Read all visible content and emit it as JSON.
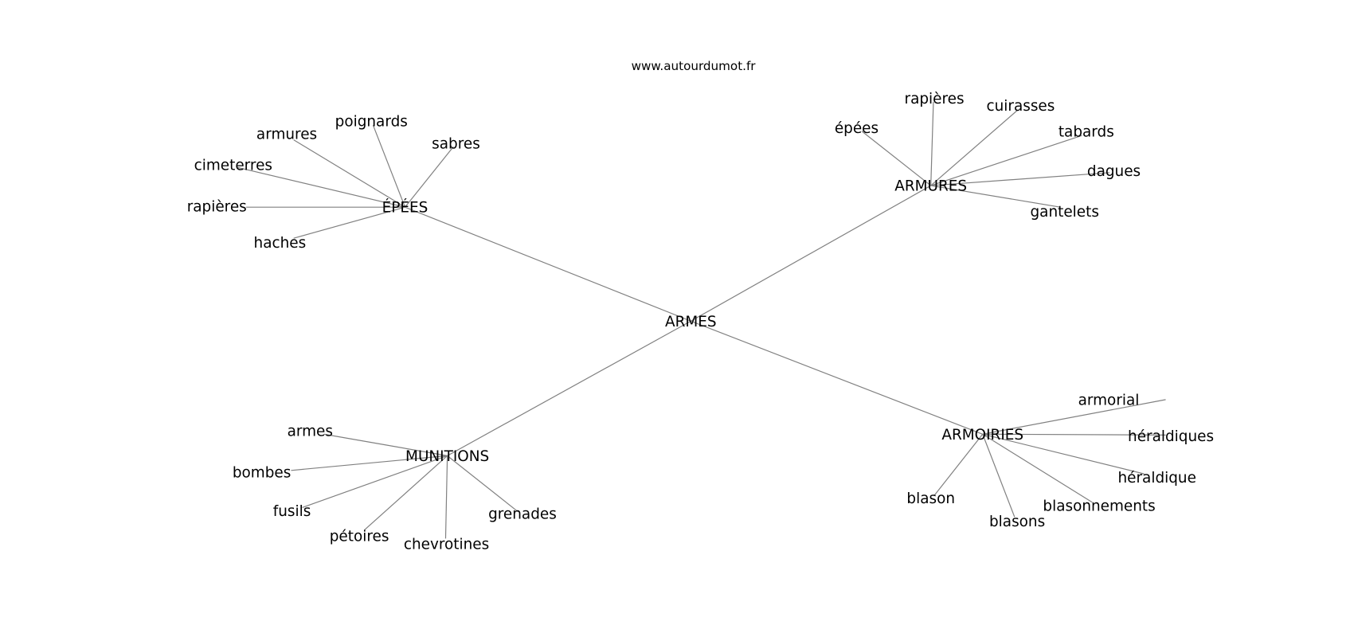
{
  "title": "www.autourdumot.fr",
  "colors": {
    "edge": "#808080",
    "text": "#000000",
    "background": "#ffffff"
  },
  "root": "ARMES",
  "nodes": {
    "armes_root": "ARMES",
    "epees": "ÉPÉES",
    "armures": "ARMURES",
    "munitions": "MUNITIONS",
    "armoiries": "ARMOIRIES",
    "e_armures": "armures",
    "e_poignards": "poignards",
    "e_sabres": "sabres",
    "e_cimeterres": "cimeterres",
    "e_rapieres": "rapières",
    "e_haches": "haches",
    "a_epees": "épées",
    "a_rapieres": "rapières",
    "a_cuirasses": "cuirasses",
    "a_tabards": "tabards",
    "a_dagues": "dagues",
    "a_gantelets": "gantelets",
    "m_armes": "armes",
    "m_bombes": "bombes",
    "m_fusils": "fusils",
    "m_petoires": "pétoires",
    "m_chevrotines": "chevrotines",
    "m_grenades": "grenades",
    "r_armorial": "armorial",
    "r_heraldiques": "héraldiques",
    "r_heraldique": "héraldique",
    "r_blasonnements": "blasonnements",
    "r_blasons": "blasons",
    "r_blason": "blason"
  },
  "edges": [
    [
      "armes_root",
      "epees"
    ],
    [
      "armes_root",
      "armures"
    ],
    [
      "armes_root",
      "munitions"
    ],
    [
      "armes_root",
      "armoiries"
    ],
    [
      "epees",
      "e_armures"
    ],
    [
      "epees",
      "e_poignards"
    ],
    [
      "epees",
      "e_sabres"
    ],
    [
      "epees",
      "e_cimeterres"
    ],
    [
      "epees",
      "e_rapieres"
    ],
    [
      "epees",
      "e_haches"
    ],
    [
      "armures",
      "a_epees"
    ],
    [
      "armures",
      "a_rapieres"
    ],
    [
      "armures",
      "a_cuirasses"
    ],
    [
      "armures",
      "a_tabards"
    ],
    [
      "armures",
      "a_dagues"
    ],
    [
      "armures",
      "a_gantelets"
    ],
    [
      "munitions",
      "m_armes"
    ],
    [
      "munitions",
      "m_bombes"
    ],
    [
      "munitions",
      "m_fusils"
    ],
    [
      "munitions",
      "m_petoires"
    ],
    [
      "munitions",
      "m_chevrotines"
    ],
    [
      "munitions",
      "m_grenades"
    ],
    [
      "armoiries",
      "r_armorial"
    ],
    [
      "armoiries",
      "r_heraldiques"
    ],
    [
      "armoiries",
      "r_heraldique"
    ],
    [
      "armoiries",
      "r_blasonnements"
    ],
    [
      "armoiries",
      "r_blasons"
    ],
    [
      "armoiries",
      "r_blason"
    ]
  ]
}
